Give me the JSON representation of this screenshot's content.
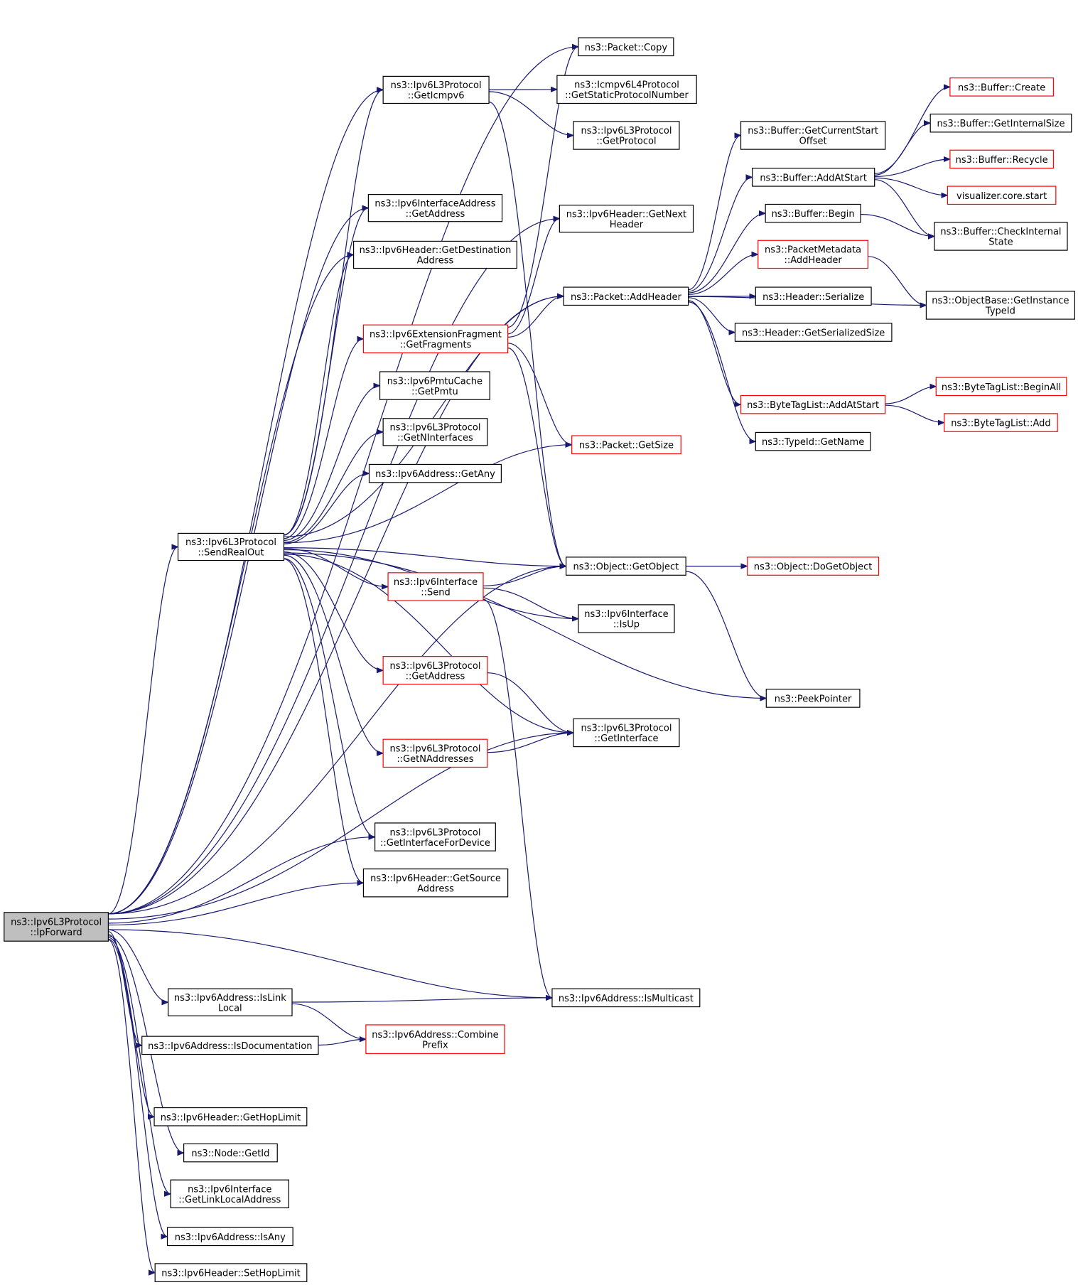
{
  "nodes": {
    "ipforward": {
      "lines": [
        "ns3::Ipv6L3Protocol",
        "::IpForward"
      ],
      "style": "root"
    },
    "sendrealout": {
      "lines": [
        "ns3::Ipv6L3Protocol",
        "::SendRealOut"
      ],
      "style": "normal"
    },
    "packet_copy": {
      "lines": [
        "ns3::Packet::Copy"
      ],
      "style": "normal"
    },
    "geticmpv6": {
      "lines": [
        "ns3::Ipv6L3Protocol",
        "::GetIcmpv6"
      ],
      "style": "normal"
    },
    "icmp_getstatic": {
      "lines": [
        "ns3::Icmpv6L4Protocol",
        "::GetStaticProtocolNumber"
      ],
      "style": "normal"
    },
    "l3_getprotocol": {
      "lines": [
        "ns3::Ipv6L3Protocol",
        "::GetProtocol"
      ],
      "style": "normal"
    },
    "buf_getcurrentstart": {
      "lines": [
        "ns3::Buffer::GetCurrentStart",
        "Offset"
      ],
      "style": "normal"
    },
    "buf_addatstart": {
      "lines": [
        "ns3::Buffer::AddAtStart"
      ],
      "style": "normal"
    },
    "buf_create": {
      "lines": [
        "ns3::Buffer::Create"
      ],
      "style": "red"
    },
    "buf_getinternalsize": {
      "lines": [
        "ns3::Buffer::GetInternalSize"
      ],
      "style": "normal"
    },
    "buf_recycle": {
      "lines": [
        "ns3::Buffer::Recycle"
      ],
      "style": "red"
    },
    "vis_start": {
      "lines": [
        "visualizer.core.start"
      ],
      "style": "red"
    },
    "buf_begin": {
      "lines": [
        "ns3::Buffer::Begin"
      ],
      "style": "normal"
    },
    "buf_checkinternal": {
      "lines": [
        "ns3::Buffer::CheckInternal",
        "State"
      ],
      "style": "normal"
    },
    "ifaddr_getaddress": {
      "lines": [
        "ns3::Ipv6InterfaceAddress",
        "::GetAddress"
      ],
      "style": "normal"
    },
    "hdr_getnext": {
      "lines": [
        "ns3::Ipv6Header::GetNext",
        "Header"
      ],
      "style": "normal"
    },
    "hdr_getdest": {
      "lines": [
        "ns3::Ipv6Header::GetDestination",
        "Address"
      ],
      "style": "normal"
    },
    "pm_addheader": {
      "lines": [
        "ns3::PacketMetadata",
        "::AddHeader"
      ],
      "style": "red"
    },
    "packet_addheader": {
      "lines": [
        "ns3::Packet::AddHeader"
      ],
      "style": "normal"
    },
    "header_serialize": {
      "lines": [
        "ns3::Header::Serialize"
      ],
      "style": "normal"
    },
    "ob_getinstance": {
      "lines": [
        "ns3::ObjectBase::GetInstance",
        "TypeId"
      ],
      "style": "normal"
    },
    "extfrag_getfragments": {
      "lines": [
        "ns3::Ipv6ExtensionFragment",
        "::GetFragments"
      ],
      "style": "red"
    },
    "header_getserializedsize": {
      "lines": [
        "ns3::Header::GetSerializedSize"
      ],
      "style": "normal"
    },
    "pmtu_getpmtu": {
      "lines": [
        "ns3::Ipv6PmtuCache",
        "::GetPmtu"
      ],
      "style": "normal"
    },
    "btl_addatstart": {
      "lines": [
        "ns3::ByteTagList::AddAtStart"
      ],
      "style": "red"
    },
    "btl_beginall": {
      "lines": [
        "ns3::ByteTagList::BeginAll"
      ],
      "style": "red"
    },
    "btl_add": {
      "lines": [
        "ns3::ByteTagList::Add"
      ],
      "style": "red"
    },
    "l3_getninterfaces": {
      "lines": [
        "ns3::Ipv6L3Protocol",
        "::GetNInterfaces"
      ],
      "style": "normal"
    },
    "packet_getsize": {
      "lines": [
        "ns3::Packet::GetSize"
      ],
      "style": "red"
    },
    "typeid_getname": {
      "lines": [
        "ns3::TypeId::GetName"
      ],
      "style": "normal"
    },
    "addr_getany": {
      "lines": [
        "ns3::Ipv6Address::GetAny"
      ],
      "style": "normal"
    },
    "object_getobject": {
      "lines": [
        "ns3::Object::GetObject"
      ],
      "style": "normal"
    },
    "object_dogetobject": {
      "lines": [
        "ns3::Object::DoGetObject"
      ],
      "style": "red"
    },
    "iface_send": {
      "lines": [
        "ns3::Ipv6Interface",
        "::Send"
      ],
      "style": "red"
    },
    "iface_isup": {
      "lines": [
        "ns3::Ipv6Interface",
        "::IsUp"
      ],
      "style": "normal"
    },
    "l3_getaddress": {
      "lines": [
        "ns3::Ipv6L3Protocol",
        "::GetAddress"
      ],
      "style": "red"
    },
    "peekpointer": {
      "lines": [
        "ns3::PeekPointer"
      ],
      "style": "normal"
    },
    "l3_getinterface": {
      "lines": [
        "ns3::Ipv6L3Protocol",
        "::GetInterface"
      ],
      "style": "normal"
    },
    "l3_getnaddresses": {
      "lines": [
        "ns3::Ipv6L3Protocol",
        "::GetNAddresses"
      ],
      "style": "red"
    },
    "l3_getinterfacefordevice": {
      "lines": [
        "ns3::Ipv6L3Protocol",
        "::GetInterfaceForDevice"
      ],
      "style": "normal"
    },
    "hdr_getsource": {
      "lines": [
        "ns3::Ipv6Header::GetSource",
        "Address"
      ],
      "style": "normal"
    },
    "addr_islinklocal": {
      "lines": [
        "ns3::Ipv6Address::IsLink",
        "Local"
      ],
      "style": "normal"
    },
    "addr_ismulticast": {
      "lines": [
        "ns3::Ipv6Address::IsMulticast"
      ],
      "style": "normal"
    },
    "addr_isdocumentation": {
      "lines": [
        "ns3::Ipv6Address::IsDocumentation"
      ],
      "style": "normal"
    },
    "addr_combineprefix": {
      "lines": [
        "ns3::Ipv6Address::Combine",
        "Prefix"
      ],
      "style": "red"
    },
    "hdr_gethoplimit": {
      "lines": [
        "ns3::Ipv6Header::GetHopLimit"
      ],
      "style": "normal"
    },
    "node_getid": {
      "lines": [
        "ns3::Node::GetId"
      ],
      "style": "normal"
    },
    "iface_getlinklocal": {
      "lines": [
        "ns3::Ipv6Interface",
        "::GetLinkLocalAddress"
      ],
      "style": "normal"
    },
    "addr_isany": {
      "lines": [
        "ns3::Ipv6Address::IsAny"
      ],
      "style": "normal"
    },
    "hdr_sethoplimit": {
      "lines": [
        "ns3::Ipv6Header::SetHopLimit"
      ],
      "style": "normal"
    }
  },
  "edges": [
    [
      "ipforward",
      "packet_copy"
    ],
    [
      "ipforward",
      "geticmpv6"
    ],
    [
      "ipforward",
      "hdr_getnext"
    ],
    [
      "ipforward",
      "packet_addheader"
    ],
    [
      "ipforward",
      "ifaddr_getaddress"
    ],
    [
      "ipforward",
      "hdr_getdest"
    ],
    [
      "ipforward",
      "sendrealout"
    ],
    [
      "ipforward",
      "l3_getinterfacefordevice"
    ],
    [
      "ipforward",
      "hdr_getsource"
    ],
    [
      "ipforward",
      "object_getobject"
    ],
    [
      "ipforward",
      "l3_getinterface"
    ],
    [
      "ipforward",
      "addr_islinklocal"
    ],
    [
      "ipforward",
      "addr_isdocumentation"
    ],
    [
      "ipforward",
      "addr_ismulticast"
    ],
    [
      "ipforward",
      "hdr_gethoplimit"
    ],
    [
      "ipforward",
      "node_getid"
    ],
    [
      "ipforward",
      "iface_getlinklocal"
    ],
    [
      "ipforward",
      "addr_isany"
    ],
    [
      "ipforward",
      "hdr_sethoplimit"
    ],
    [
      "sendrealout",
      "geticmpv6"
    ],
    [
      "sendrealout",
      "ifaddr_getaddress"
    ],
    [
      "sendrealout",
      "hdr_getdest"
    ],
    [
      "sendrealout",
      "packet_addheader"
    ],
    [
      "sendrealout",
      "extfrag_getfragments"
    ],
    [
      "sendrealout",
      "pmtu_getpmtu"
    ],
    [
      "sendrealout",
      "l3_getninterfaces"
    ],
    [
      "sendrealout",
      "addr_getany"
    ],
    [
      "sendrealout",
      "packet_getsize"
    ],
    [
      "sendrealout",
      "object_getobject"
    ],
    [
      "sendrealout",
      "iface_send"
    ],
    [
      "sendrealout",
      "iface_isup"
    ],
    [
      "sendrealout",
      "l3_getaddress"
    ],
    [
      "sendrealout",
      "l3_getinterface"
    ],
    [
      "sendrealout",
      "l3_getnaddresses"
    ],
    [
      "sendrealout",
      "peekpointer"
    ],
    [
      "sendrealout",
      "l3_getinterfacefordevice"
    ],
    [
      "sendrealout",
      "hdr_getsource"
    ],
    [
      "geticmpv6",
      "icmp_getstatic"
    ],
    [
      "geticmpv6",
      "l3_getprotocol"
    ],
    [
      "geticmpv6",
      "object_getobject"
    ],
    [
      "extfrag_getfragments",
      "packet_copy"
    ],
    [
      "extfrag_getfragments",
      "hdr_getnext"
    ],
    [
      "extfrag_getfragments",
      "packet_addheader"
    ],
    [
      "extfrag_getfragments",
      "packet_getsize"
    ],
    [
      "extfrag_getfragments",
      "object_getobject"
    ],
    [
      "packet_addheader",
      "buf_getcurrentstart"
    ],
    [
      "packet_addheader",
      "buf_addatstart"
    ],
    [
      "packet_addheader",
      "buf_begin"
    ],
    [
      "packet_addheader",
      "pm_addheader"
    ],
    [
      "packet_addheader",
      "header_serialize"
    ],
    [
      "packet_addheader",
      "header_getserializedsize"
    ],
    [
      "packet_addheader",
      "ob_getinstance"
    ],
    [
      "packet_addheader",
      "btl_addatstart"
    ],
    [
      "packet_addheader",
      "typeid_getname"
    ],
    [
      "buf_addatstart",
      "buf_create"
    ],
    [
      "buf_addatstart",
      "buf_getinternalsize"
    ],
    [
      "buf_addatstart",
      "buf_recycle"
    ],
    [
      "buf_addatstart",
      "vis_start"
    ],
    [
      "buf_addatstart",
      "buf_checkinternal"
    ],
    [
      "buf_begin",
      "buf_checkinternal"
    ],
    [
      "pm_addheader",
      "ob_getinstance"
    ],
    [
      "btl_addatstart",
      "btl_beginall"
    ],
    [
      "btl_addatstart",
      "btl_add"
    ],
    [
      "object_getobject",
      "object_dogetobject"
    ],
    [
      "object_getobject",
      "peekpointer"
    ],
    [
      "iface_send",
      "object_getobject"
    ],
    [
      "iface_send",
      "iface_isup"
    ],
    [
      "iface_send",
      "addr_ismulticast"
    ],
    [
      "l3_getaddress",
      "l3_getinterface"
    ],
    [
      "l3_getnaddresses",
      "l3_getinterface"
    ],
    [
      "addr_islinklocal",
      "addr_ismulticast"
    ],
    [
      "addr_islinklocal",
      "addr_combineprefix"
    ],
    [
      "addr_isdocumentation",
      "addr_combineprefix"
    ]
  ]
}
